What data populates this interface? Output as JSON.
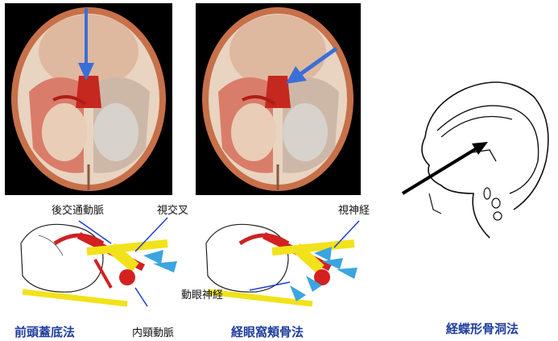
{
  "labels": {
    "posterior_communicating_artery": "後交通動脈",
    "optic_chiasm": "視交叉",
    "optic_nerve": "視神経",
    "oculomotor_nerve": "動眼神経",
    "internal_carotid_artery": "内頸動脈"
  },
  "captions": {
    "bifrontal": "前頭蓋底法",
    "orbitozygomatic": "経眼窩頬骨法",
    "transsphenoidal": "経蝶形骨洞法"
  },
  "colors": {
    "arrow_blue": "#3a6fd8",
    "artery_red": "#d42020",
    "nerve_yellow": "#f2e21a",
    "caption_blue": "#1f3d9c"
  }
}
